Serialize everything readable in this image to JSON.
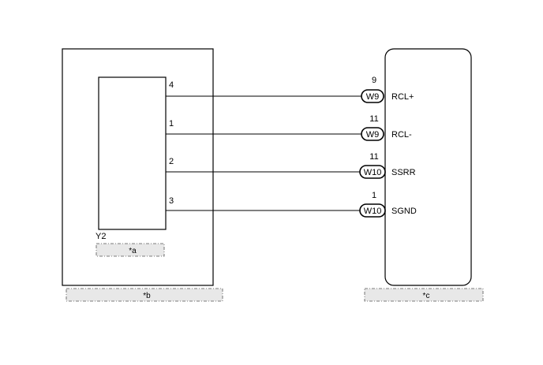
{
  "left_component": {
    "part_code": "Y2",
    "inner_callout": "*a",
    "outer_callout": "*b"
  },
  "right_component": {
    "callout": "*c"
  },
  "connections": [
    {
      "left_pin": "4",
      "connector": "W9",
      "right_pin": "9",
      "signal": "RCL+"
    },
    {
      "left_pin": "1",
      "connector": "W9",
      "right_pin": "11",
      "signal": "RCL-"
    },
    {
      "left_pin": "2",
      "connector": "W10",
      "right_pin": "11",
      "signal": "SSRR"
    },
    {
      "left_pin": "3",
      "connector": "W10",
      "right_pin": "1",
      "signal": "SGND"
    }
  ]
}
